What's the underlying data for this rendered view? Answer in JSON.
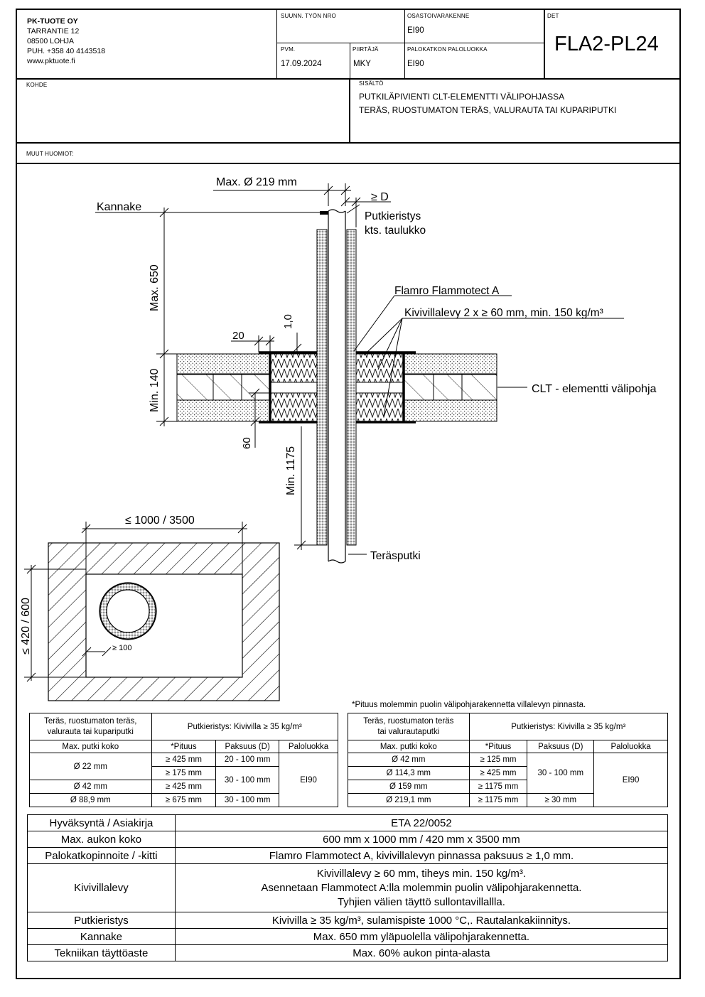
{
  "header": {
    "company": {
      "name": "PK-TUOTE OY",
      "lines": [
        "TARRANTIE 12",
        "08500 LOHJA",
        "PUH. +358 40 4143518",
        "www.pktuote.fi"
      ]
    },
    "suunn_label": "SUUNN. TYÖN NRO",
    "suunn_value": "",
    "osasto_label": "OSASTOIVARAKENNE",
    "osasto_value": "EI90",
    "det_label": "DET",
    "det_value": "FLA2-PL24",
    "pvm_label": "PVM.",
    "pvm_value": "17.09.2024",
    "piirtaja_label": "PIIRTÄJÄ",
    "piirtaja_value": "MKY",
    "paloluokka_label": "PALOKATKON PALOLUOKKA",
    "paloluokka_value": "EI90",
    "kohde_label": "KOHDE",
    "sisalto_label": "SISÄLTÖ",
    "sisalto_lines": [
      "PUTKILÄPIVIENTI CLT-ELEMENTTI VÄLIPOHJASSA",
      "TERÄS, RUOSTUMATON TERÄS, VALURAUTA TAI KUPARIPUTKI"
    ],
    "muut_label": "MUUT HUOMIOT:"
  },
  "drawing": {
    "max_diameter": "Max. Ø 219 mm",
    "ge_d": "≥ D",
    "kannake": "Kannake",
    "putkieristys": "Putkieristys",
    "kts_taulukko": "kts. taulukko",
    "max_650": "Max. 650",
    "flamro": "Flamro Flammotect A",
    "kivivillalevy": "Kivivillalevy 2 x ≥ 60 mm, min. 150 kg/m³",
    "dim_10": "1,0",
    "dim_20": "20",
    "min_140": "Min. 140",
    "clt": "CLT - elementti välipohja",
    "dim_60": "60",
    "min_1175": "Min. 1175",
    "terasputki": "Teräsputki",
    "opening_width": "≤ 1000 / 3500",
    "opening_height": "≤ 420 / 600",
    "ge_100": "≥ 100"
  },
  "footnote": "*Pituus molemmin puolin välipohjarakennetta villalevyn pinnasta.",
  "table_left": {
    "head_material": [
      "Teräs, ruostumaton teräs,",
      "valurauta tai kupariputki"
    ],
    "head_insulation": "Putkieristys: Kivivilla ≥ 35 kg/m³",
    "cols": [
      "Max. putki koko",
      "*Pituus",
      "Paksuus (D)",
      "Paloluokka"
    ],
    "rows": [
      {
        "size": "Ø 22 mm",
        "len1": "≥ 425 mm",
        "len2": "≥ 175 mm",
        "thk1": "20 - 100 mm"
      },
      {
        "size": "Ø 42 mm",
        "len": "≥ 425 mm",
        "thk": "30 - 100 mm"
      },
      {
        "size": "Ø 88,9 mm",
        "len": "≥ 675 mm",
        "thk": "30 - 100 mm"
      }
    ],
    "class": "EI90"
  },
  "table_right": {
    "head_material": [
      "Teräs, ruostumaton teräs",
      "tai valurautaputki"
    ],
    "head_insulation": "Putkieristys: Kivivilla ≥ 35 kg/m³",
    "cols": [
      "Max. putki koko",
      "*Pituus",
      "Paksuus (D)",
      "Paloluokka"
    ],
    "rows": [
      {
        "size": "Ø 42 mm",
        "len": "≥ 125 mm"
      },
      {
        "size": "Ø 114,3 mm",
        "len": "≥ 425 mm"
      },
      {
        "size": "Ø 159 mm",
        "len": "≥ 1175 mm"
      },
      {
        "size": "Ø 219,1 mm",
        "len": "≥ 1175 mm",
        "thk": "≥ 30 mm"
      }
    ],
    "thk_merged": "30 - 100 mm",
    "class": "EI90"
  },
  "main_table": [
    {
      "label": "Hyväksyntä / Asiakirja",
      "value": [
        "ETA 22/0052"
      ]
    },
    {
      "label": "Max. aukon koko",
      "value": [
        "600 mm x 1000 mm / 420 mm x 3500 mm"
      ]
    },
    {
      "label": "Palokatkopinnoite / -kitti",
      "value": [
        "Flamro Flammotect A, kivivillalevyn pinnassa paksuus ≥ 1,0 mm."
      ]
    },
    {
      "label": "Kivivillalevy",
      "value": [
        "Kivivillalevy ≥ 60 mm, tiheys min. 150 kg/m³.",
        "Asennetaan Flammotect A:lla molemmin puolin välipohjarakennetta.",
        "Tyhjien välien täyttö sullontavillallla."
      ]
    },
    {
      "label": "Putkieristys",
      "value": [
        "Kivivilla ≥ 35 kg/m³, sulamispiste 1000 °C,. Rautalankakiinnitys."
      ]
    },
    {
      "label": "Kannake",
      "value": [
        "Max. 650 mm yläpuolella välipohjarakennetta."
      ]
    },
    {
      "label": "Tekniikan täyttöaste",
      "value": [
        "Max. 60% aukon pinta-alasta"
      ]
    }
  ]
}
